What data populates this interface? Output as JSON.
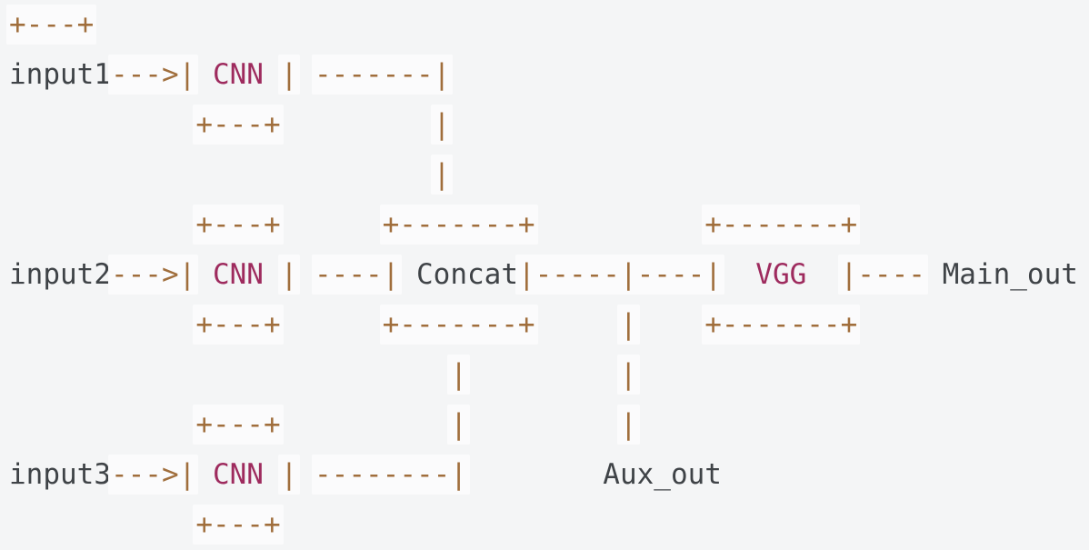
{
  "colors": {
    "page_bg": "#f4f5f6",
    "token_bg": "#fbfbfc",
    "connector": "#a06e3c",
    "label": "#3f4347",
    "model": "#9e2b5e"
  },
  "diagram": {
    "lines": [
      [
        {
          "k": "op",
          "t": "+---+"
        }
      ],
      [
        {
          "k": "txt",
          "t": "input1"
        },
        {
          "k": "op",
          "t": "--->|"
        },
        {
          "k": "sp",
          "t": " "
        },
        {
          "k": "model",
          "t": "CNN"
        },
        {
          "k": "sp",
          "t": " "
        },
        {
          "k": "op",
          "t": "|"
        },
        {
          "k": "sp",
          "t": " "
        },
        {
          "k": "op",
          "t": "-------|"
        }
      ],
      [
        {
          "k": "sp",
          "t": "           "
        },
        {
          "k": "op",
          "t": "+---+"
        },
        {
          "k": "sp",
          "t": "         "
        },
        {
          "k": "op",
          "t": "|"
        }
      ],
      [
        {
          "k": "sp",
          "t": "                         "
        },
        {
          "k": "op",
          "t": "|"
        }
      ],
      [
        {
          "k": "sp",
          "t": "           "
        },
        {
          "k": "op",
          "t": "+---+"
        },
        {
          "k": "sp",
          "t": "      "
        },
        {
          "k": "op",
          "t": "+-------+"
        },
        {
          "k": "sp",
          "t": "          "
        },
        {
          "k": "op",
          "t": "+-------+"
        }
      ],
      [
        {
          "k": "txt",
          "t": "input2"
        },
        {
          "k": "op",
          "t": "--->|"
        },
        {
          "k": "sp",
          "t": " "
        },
        {
          "k": "model",
          "t": "CNN"
        },
        {
          "k": "sp",
          "t": " "
        },
        {
          "k": "op",
          "t": "|"
        },
        {
          "k": "sp",
          "t": " "
        },
        {
          "k": "op",
          "t": "----|"
        },
        {
          "k": "sp",
          "t": " "
        },
        {
          "k": "txt",
          "t": "Concat"
        },
        {
          "k": "op",
          "t": "|-----|----|"
        },
        {
          "k": "sp",
          "t": "  "
        },
        {
          "k": "model",
          "t": "VGG"
        },
        {
          "k": "sp",
          "t": "  "
        },
        {
          "k": "op",
          "t": "|----"
        },
        {
          "k": "sp",
          "t": " "
        },
        {
          "k": "txt",
          "t": "Main_out"
        }
      ],
      [
        {
          "k": "sp",
          "t": "           "
        },
        {
          "k": "op",
          "t": "+---+"
        },
        {
          "k": "sp",
          "t": "      "
        },
        {
          "k": "op",
          "t": "+-------+"
        },
        {
          "k": "sp",
          "t": "     "
        },
        {
          "k": "op",
          "t": "|"
        },
        {
          "k": "sp",
          "t": "    "
        },
        {
          "k": "op",
          "t": "+-------+"
        }
      ],
      [
        {
          "k": "sp",
          "t": "                          "
        },
        {
          "k": "op",
          "t": "|"
        },
        {
          "k": "sp",
          "t": "         "
        },
        {
          "k": "op",
          "t": "|"
        }
      ],
      [
        {
          "k": "sp",
          "t": "           "
        },
        {
          "k": "op",
          "t": "+---+"
        },
        {
          "k": "sp",
          "t": "          "
        },
        {
          "k": "op",
          "t": "|"
        },
        {
          "k": "sp",
          "t": "         "
        },
        {
          "k": "op",
          "t": "|"
        }
      ],
      [
        {
          "k": "txt",
          "t": "input3"
        },
        {
          "k": "op",
          "t": "--->|"
        },
        {
          "k": "sp",
          "t": " "
        },
        {
          "k": "model",
          "t": "CNN"
        },
        {
          "k": "sp",
          "t": " "
        },
        {
          "k": "op",
          "t": "|"
        },
        {
          "k": "sp",
          "t": " "
        },
        {
          "k": "op",
          "t": "--------|"
        },
        {
          "k": "sp",
          "t": "        "
        },
        {
          "k": "txt",
          "t": "Aux_out"
        }
      ],
      [
        {
          "k": "sp",
          "t": "           "
        },
        {
          "k": "op",
          "t": "+---+"
        }
      ]
    ]
  }
}
